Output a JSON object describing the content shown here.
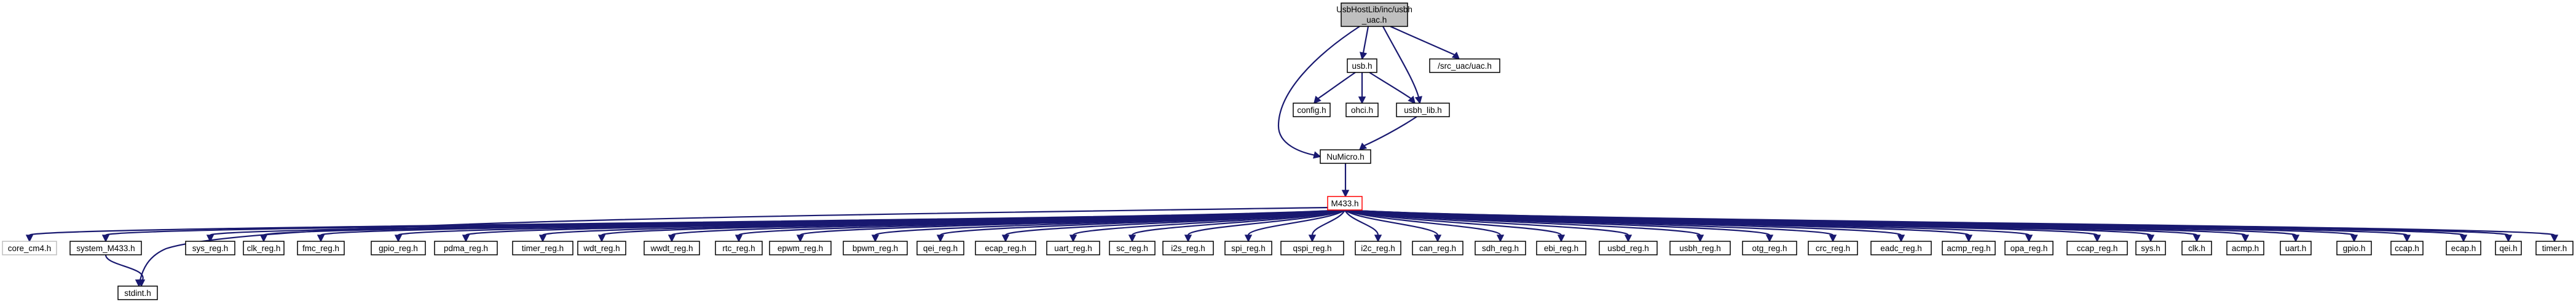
{
  "diagram": {
    "root": {
      "label_lines": [
        "UsbHostLib/inc/usbh",
        "_uac.h"
      ]
    },
    "level1": [
      {
        "id": "usb",
        "label": "usb.h"
      },
      {
        "id": "uac",
        "label": "/src_uac/uac.h"
      }
    ],
    "level2": [
      {
        "id": "config",
        "label": "config.h"
      },
      {
        "id": "ohci",
        "label": "ohci.h"
      },
      {
        "id": "usbh_lib",
        "label": "usbh_lib.h"
      }
    ],
    "numicro": {
      "label": "NuMicro.h"
    },
    "m433": {
      "label": "M433.h"
    },
    "leaves": [
      "core_cm4.h",
      "system_M433.h",
      "sys_reg.h",
      "clk_reg.h",
      "fmc_reg.h",
      "gpio_reg.h",
      "pdma_reg.h",
      "timer_reg.h",
      "wdt_reg.h",
      "wwdt_reg.h",
      "rtc_reg.h",
      "epwm_reg.h",
      "bpwm_reg.h",
      "qei_reg.h",
      "ecap_reg.h",
      "uart_reg.h",
      "sc_reg.h",
      "i2s_reg.h",
      "spi_reg.h",
      "qspi_reg.h",
      "i2c_reg.h",
      "can_reg.h",
      "sdh_reg.h",
      "ebi_reg.h",
      "usbd_reg.h",
      "usbh_reg.h",
      "otg_reg.h",
      "crc_reg.h",
      "eadc_reg.h",
      "acmp_reg.h",
      "opa_reg.h",
      "ccap_reg.h",
      "sys.h",
      "clk.h",
      "acmp.h",
      "uart.h",
      "gpio.h",
      "ccap.h",
      "ecap.h",
      "qei.h",
      "timer.h"
    ],
    "stdint": {
      "label": "stdint.h"
    },
    "colors": {
      "edge": "#191970",
      "highlight_border": "#ff0000",
      "root_fill": "#bfbfbf",
      "external_border": "#bfbfbf",
      "node_border": "#000000",
      "node_fill": "#ffffff"
    }
  }
}
